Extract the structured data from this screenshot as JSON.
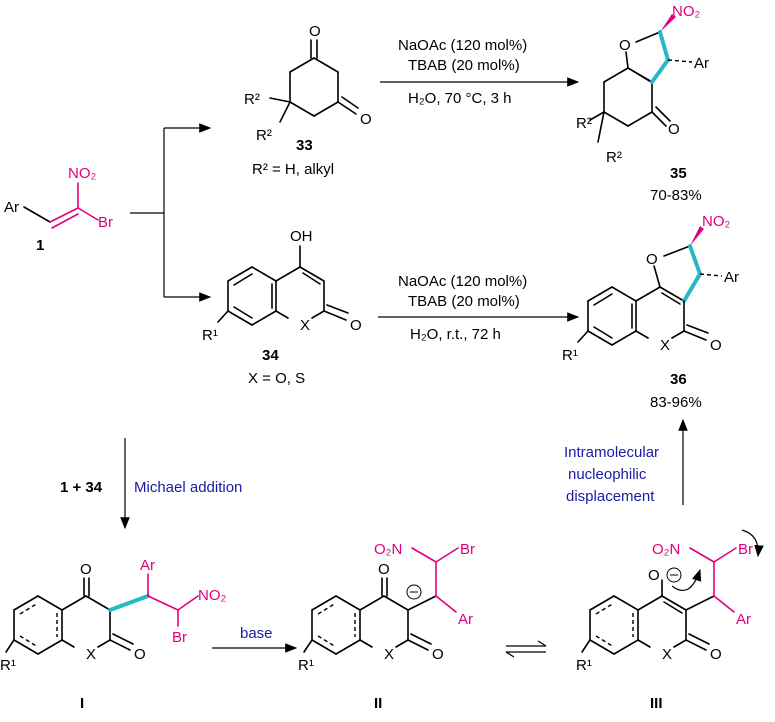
{
  "labels": {
    "cmp1": "1",
    "cmp33": "33",
    "cmp34": "34",
    "cmp35": "35",
    "cmp36": "36",
    "int1": "I",
    "int2": "II",
    "int3": "III",
    "r2_def": "R² = H, alkyl",
    "x_def": "X = O, S",
    "yield35": "70-83%",
    "yield36": "83-96%"
  },
  "conditions": {
    "top_line1": "NaOAc (120 mol%)",
    "top_line2": "TBAB (20 mol%)",
    "top_line3": "H₂O, 70 °C, 3 h",
    "bot_line1": "NaOAc (120 mol%)",
    "bot_line2": "TBAB (20 mol%)",
    "bot_line3": "H₂O, r.t., 72 h"
  },
  "mechanism": {
    "reactants": "1 + 34",
    "step1": "Michael addition",
    "step2": "base",
    "step3_line1": "Intramolecular",
    "step3_line2": "nucleophilic",
    "step3_line3": "displacement"
  },
  "atoms": {
    "ar": "Ar",
    "br": "Br",
    "no2": "NO₂",
    "o2n": "O₂N",
    "o": "O",
    "x": "X",
    "oh": "OH",
    "r1": "R¹",
    "r2": "R²",
    "o_minus": "O"
  },
  "colors": {
    "magenta": "#e0007f",
    "cyan": "#26b8c4",
    "navy": "#1a1aa6"
  }
}
